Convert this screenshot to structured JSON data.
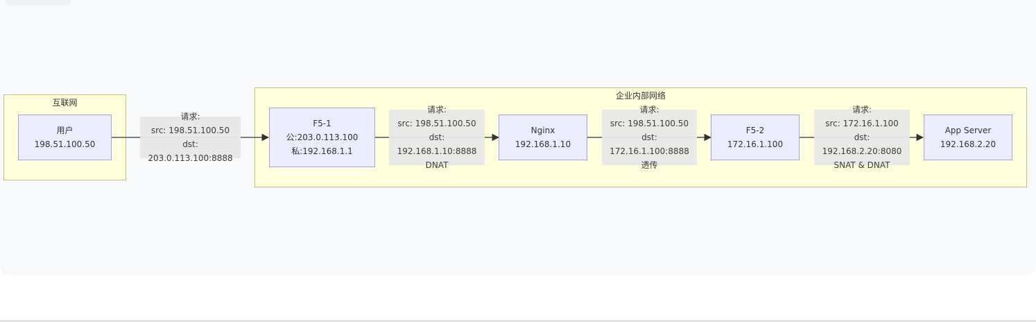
{
  "diagram": {
    "clusters": [
      {
        "id": "internet",
        "title": "互联网"
      },
      {
        "id": "enterprise",
        "title": "企业内部网络"
      }
    ],
    "nodes": [
      {
        "id": "user",
        "lines": [
          "用户",
          "198.51.100.50"
        ]
      },
      {
        "id": "f5-1",
        "lines": [
          "F5-1",
          "公:203.0.113.100",
          "私:192.168.1.1"
        ]
      },
      {
        "id": "nginx",
        "lines": [
          "Nginx",
          "192.168.1.10"
        ]
      },
      {
        "id": "f5-2",
        "lines": [
          "F5-2",
          "172.16.1.100"
        ]
      },
      {
        "id": "app-server",
        "lines": [
          "App Server",
          "192.168.2.20"
        ]
      }
    ],
    "edges": [
      {
        "from": "user",
        "to": "f5-1",
        "lines": [
          "请求:",
          "src: 198.51.100.50",
          "dst: 203.0.113.100:8888"
        ]
      },
      {
        "from": "f5-1",
        "to": "nginx",
        "lines": [
          "请求:",
          "src: 198.51.100.50",
          "dst: 192.168.1.10:8888",
          "DNAT"
        ]
      },
      {
        "from": "nginx",
        "to": "f5-2",
        "lines": [
          "请求:",
          "src: 198.51.100.50",
          "dst: 172.16.1.100:8888",
          "透传"
        ]
      },
      {
        "from": "f5-2",
        "to": "app-server",
        "lines": [
          "请求:",
          "src: 172.16.1.100",
          "dst: 192.168.2.20:8080",
          "SNAT & DNAT"
        ]
      }
    ]
  }
}
